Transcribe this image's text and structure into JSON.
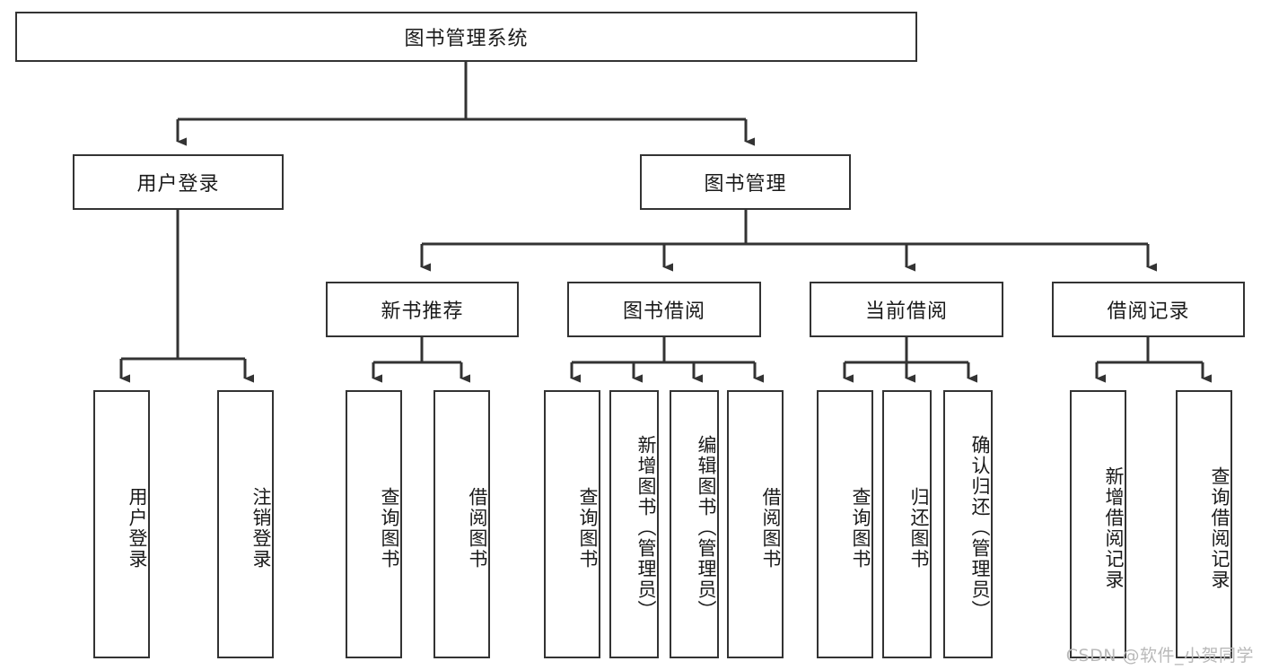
{
  "diagram": {
    "title": "图书管理系统",
    "type": "tree-hierarchy-functional-decomposition",
    "stroke_color": "#333333",
    "fill_color": "#ffffff",
    "text_color": "#1a1a1a",
    "root": {
      "label": "图书管理系统"
    },
    "level2": [
      {
        "label": "用户登录"
      },
      {
        "label": "图书管理"
      }
    ],
    "level3": [
      {
        "label": "新书推荐"
      },
      {
        "label": "图书借阅"
      },
      {
        "label": "当前借阅"
      },
      {
        "label": "借阅记录"
      }
    ],
    "leaves": {
      "user_login": [
        {
          "label": "用户登录"
        },
        {
          "label": "注销登录"
        }
      ],
      "new_book_recommend": [
        {
          "label": "查询图书"
        },
        {
          "label": "借阅图书"
        }
      ],
      "book_borrow": [
        {
          "label": "查询图书"
        },
        {
          "label": "新增图书（管理员）"
        },
        {
          "label": "编辑图书（管理员）"
        },
        {
          "label": "借阅图书"
        }
      ],
      "current_borrow": [
        {
          "label": "查询图书"
        },
        {
          "label": "归还图书"
        },
        {
          "label": "确认归还（管理员）"
        }
      ],
      "borrow_record": [
        {
          "label": "新增借阅记录"
        },
        {
          "label": "查询借阅记录"
        }
      ]
    }
  },
  "watermark": {
    "text": "CSDN @软件_小贺同学"
  }
}
